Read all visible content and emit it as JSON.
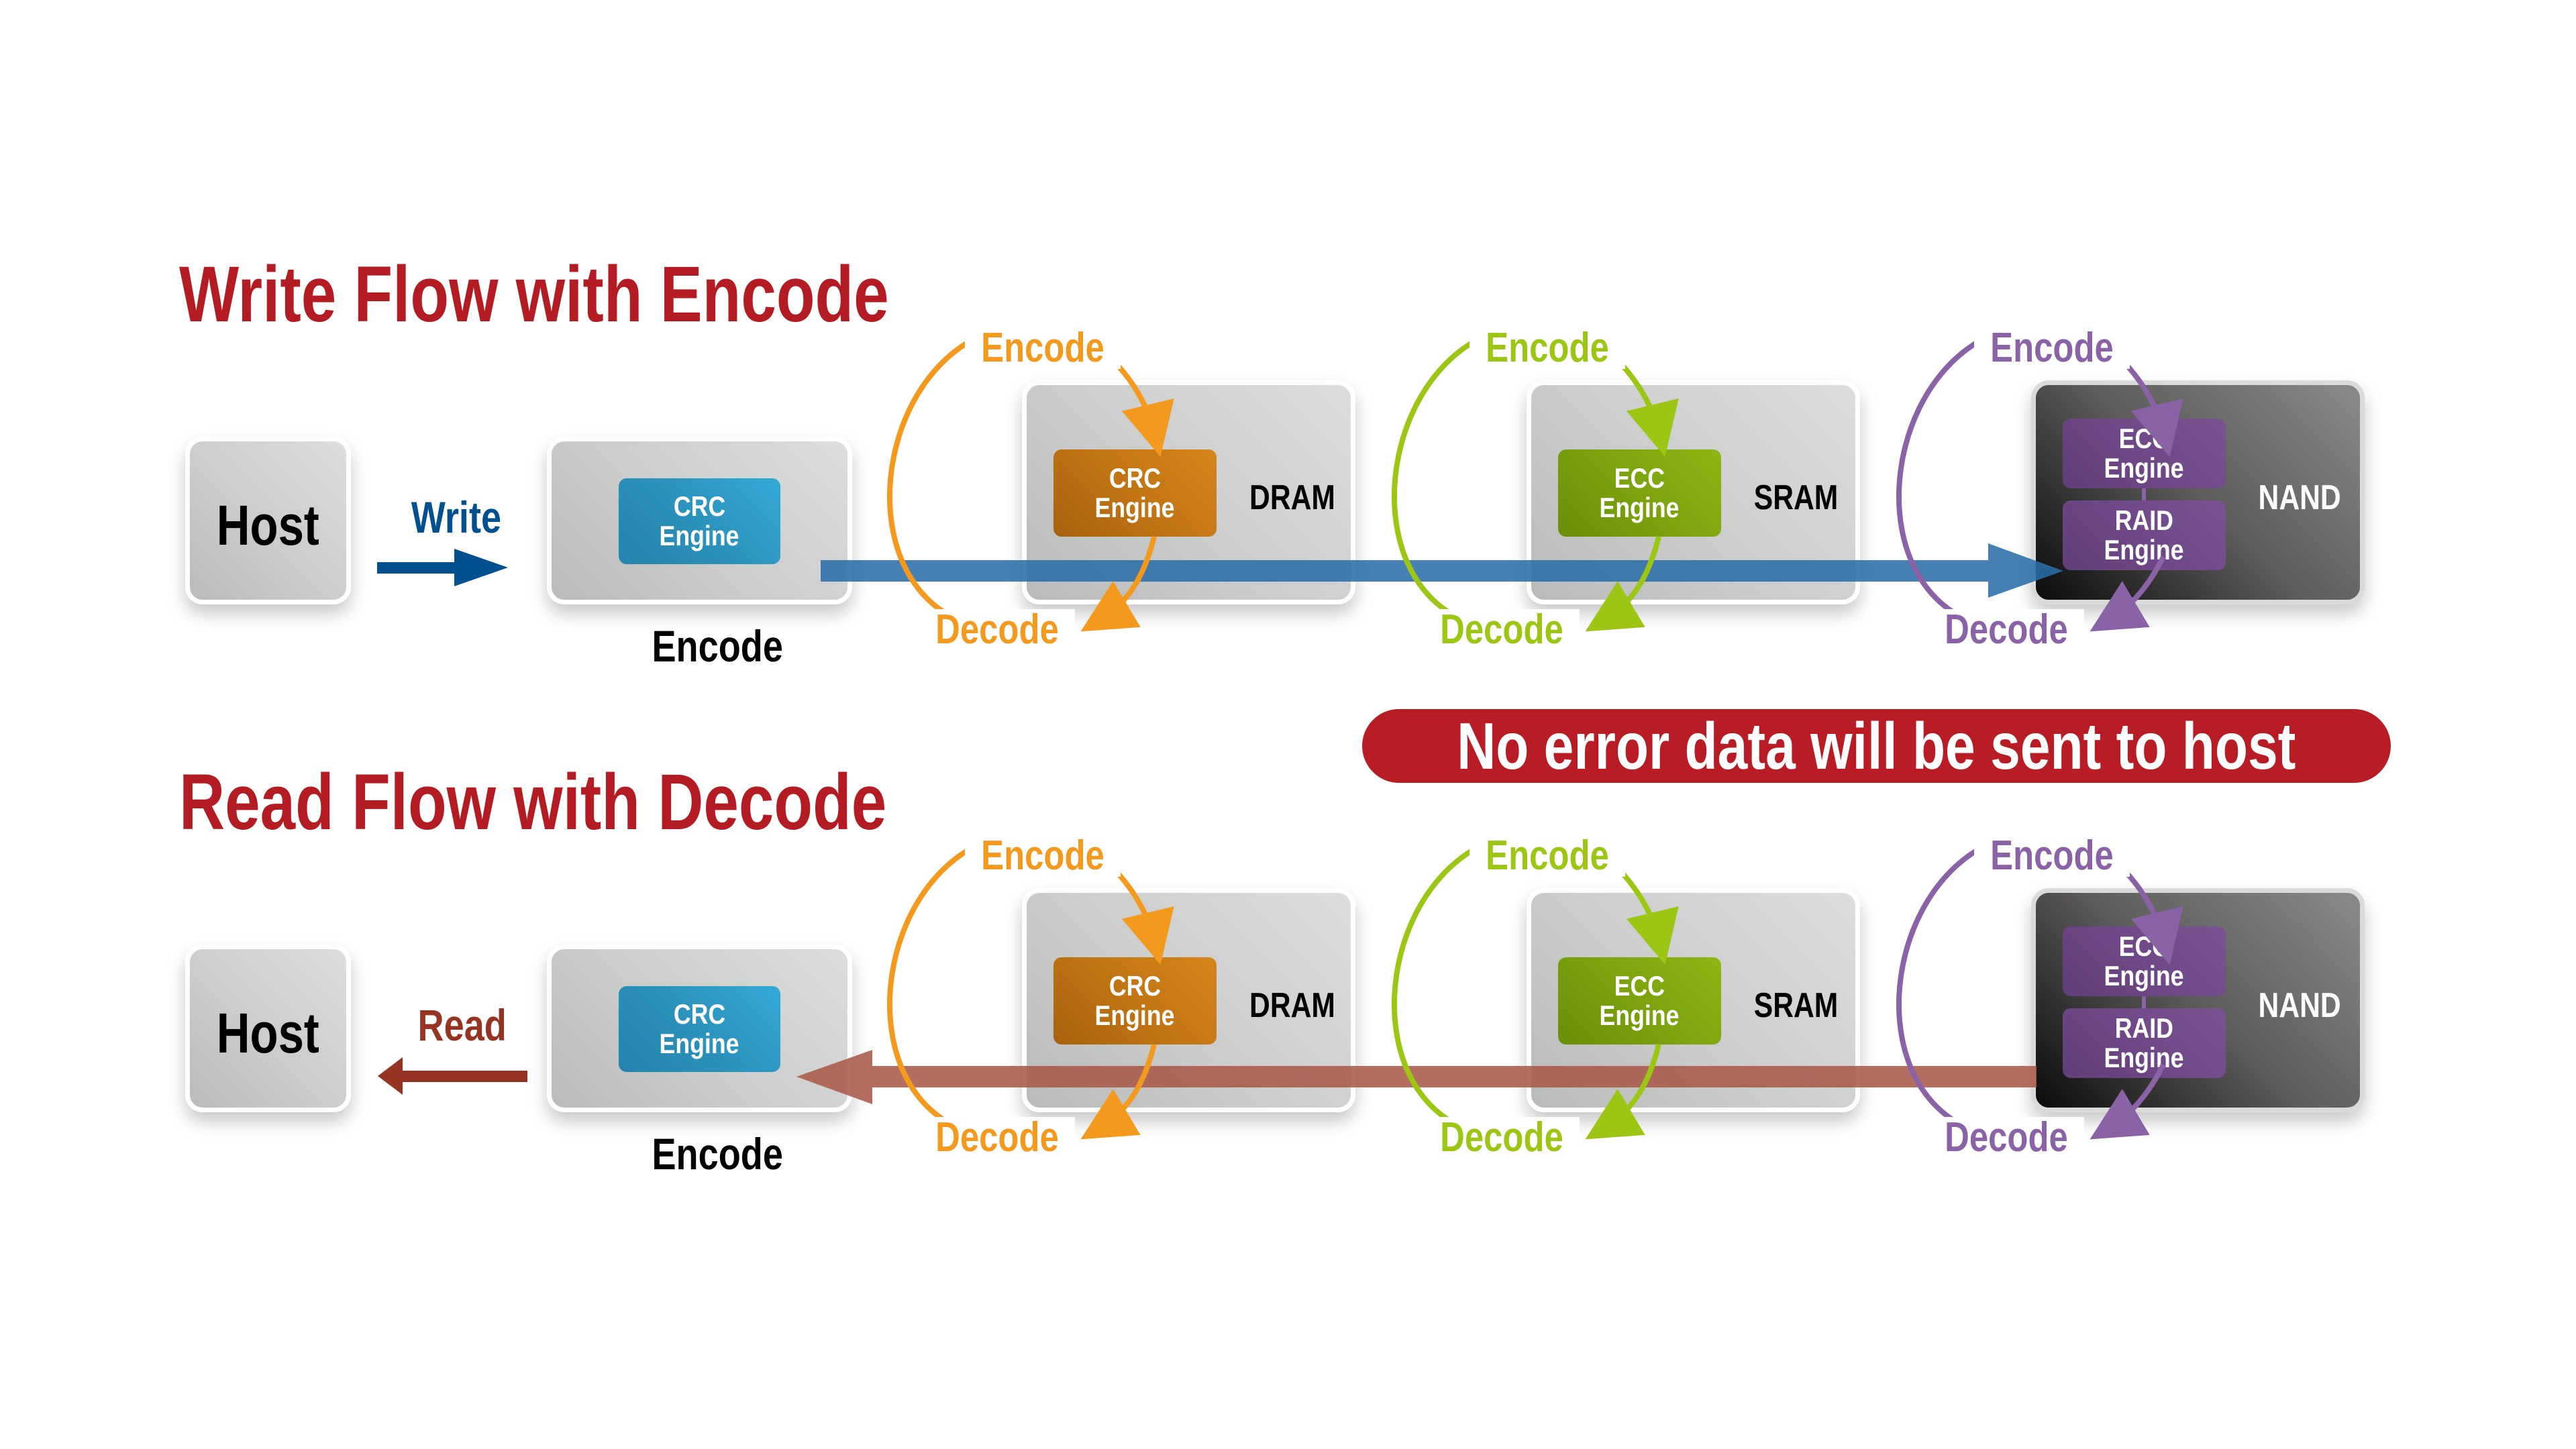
{
  "write_flow": {
    "title": "Write Flow with Encode",
    "host_label": "Host",
    "direction_label": "Write",
    "encode_box": {
      "engine": [
        "CRC",
        "Engine"
      ],
      "caption": "Encode"
    },
    "stages": [
      {
        "name": "DRAM",
        "engines": [
          [
            "CRC",
            "Engine"
          ]
        ],
        "encode_label": "Encode",
        "decode_label": "Decode"
      },
      {
        "name": "SRAM",
        "engines": [
          [
            "ECC",
            "Engine"
          ]
        ],
        "encode_label": "Encode",
        "decode_label": "Decode"
      },
      {
        "name": "NAND",
        "engines": [
          [
            "ECC",
            "Engine"
          ],
          [
            "RAID",
            "Engine"
          ]
        ],
        "encode_label": "Encode",
        "decode_label": "Decode"
      }
    ]
  },
  "read_flow": {
    "title": "Read Flow with Decode",
    "host_label": "Host",
    "direction_label": "Read",
    "encode_box": {
      "engine": [
        "CRC",
        "Engine"
      ],
      "caption": "Encode"
    },
    "stages": [
      {
        "name": "DRAM",
        "engines": [
          [
            "CRC",
            "Engine"
          ]
        ],
        "encode_label": "Encode",
        "decode_label": "Decode"
      },
      {
        "name": "SRAM",
        "engines": [
          [
            "ECC",
            "Engine"
          ]
        ],
        "encode_label": "Encode",
        "decode_label": "Decode"
      },
      {
        "name": "NAND",
        "engines": [
          [
            "ECC",
            "Engine"
          ],
          [
            "RAID",
            "Engine"
          ]
        ],
        "encode_label": "Encode",
        "decode_label": "Decode"
      }
    ]
  },
  "callout": "No error data will be sent to host",
  "colors": {
    "title_red": "#b41c24",
    "write_blue": "#00508f",
    "write_bar": "#2c6fa8",
    "read_brown": "#953423",
    "read_bar": "#a85a4a",
    "dram_orange": "#f39a1e",
    "sram_green": "#9cc514",
    "nand_purple": "#8a62a6"
  }
}
